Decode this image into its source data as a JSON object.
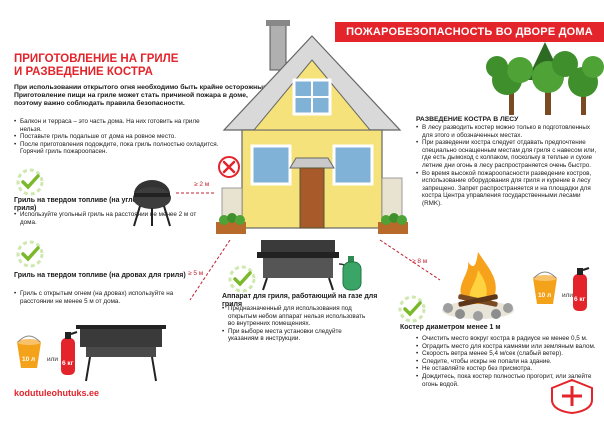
{
  "banner": {
    "title": "ПОЖАРОБЕЗОПАСНОСТЬ ВО ДВОРЕ ДОМА"
  },
  "main": {
    "title_line1": "ПРИГОТОВЛЕНИЕ НА ГРИЛЕ",
    "title_line2": "И РАЗВЕДЕНИЕ КОСТРА",
    "intro": "При использовании открытого огня необходимо быть крайне осторожным. Приготовление пищи на гриле может стать причиной пожара в доме, поэтому важно соблюдать правила безопасности.",
    "bullets": [
      "Балкон и терраса – это часть дома. На них готовить на гриле нельзя.",
      "Поставьте гриль подальше от дома на ровное место.",
      "После приготовления подождите, пока гриль полностью охладится. Горячий гриль пожароопасен."
    ]
  },
  "charcoal": {
    "title": "Гриль на твердом топливе (на угле для гриля)",
    "bullets": [
      "Используйте угольный гриль на расстоянии не менее 2 м от дома."
    ]
  },
  "wood": {
    "title": "Гриль на твердом топливе (на дровах для гриля)",
    "bullets": [
      "Гриль с открытым огнем (на дровах) используйте на расстоянии не менее 5 м от дома."
    ]
  },
  "gas": {
    "title": "Аппарат для гриля, работающий на газе для гриля",
    "bullets": [
      "Предназначенный для использования под открытым небом аппарат нельзя использовать во внутренних помещениях.",
      "При выборе места установки следуйте указаниям в инструкции."
    ]
  },
  "forest": {
    "title": "РАЗВЕДЕНИЕ КОСТРА В ЛЕСУ",
    "bullets": [
      "В лесу разводить костер можно только в подготовленных для этого и обозначенных местах.",
      "При разведении костра следует отдавать предпочтение специально оснащенным местам для гриля с навесом или, где есть дымоход с колпаком, поскольку в теплые и сухие летние дни огонь в лесу распространяется очень быстро.",
      "Во время высокой пожароопасности разведение костров, использование оборудования для гриля и курение в лесу запрещено. Запрет распространяется и на площадки для костра Центра управления государственными лесами (RMK)."
    ]
  },
  "campfire": {
    "title": "Костер диаметром менее 1 м",
    "bullets": [
      "Очистить место вокруг костра в радиусе не менее 0,5 м.",
      "Оградить место для костра камнями или земляным валом.",
      "Скорость ветра менее 5,4 м/сек (слабый ветер).",
      "Следите, чтобы искры не попали на здание.",
      "Не оставляйте костер без присмотра.",
      "Дождитесь, пока костер полностью прогорит, или залейте огонь водой."
    ]
  },
  "distances": {
    "d2": "≥ 2 м",
    "d5": "≥ 5 м",
    "d8": "≥ 8 м"
  },
  "labels": {
    "bucket_left": "10 л",
    "bucket_right": "10 л",
    "ext_left": "6 кг",
    "ext_right": "6 кг",
    "or_left": "или",
    "or_right": "или"
  },
  "footer": {
    "site": "kodutuleohutuks.ee"
  },
  "colors": {
    "accent": "#e3242b",
    "check": "#7ab929",
    "house": "#f6e27a",
    "roof": "#d8d8d8",
    "tree": "#3f8f2c",
    "fire": "#f7a21b"
  }
}
